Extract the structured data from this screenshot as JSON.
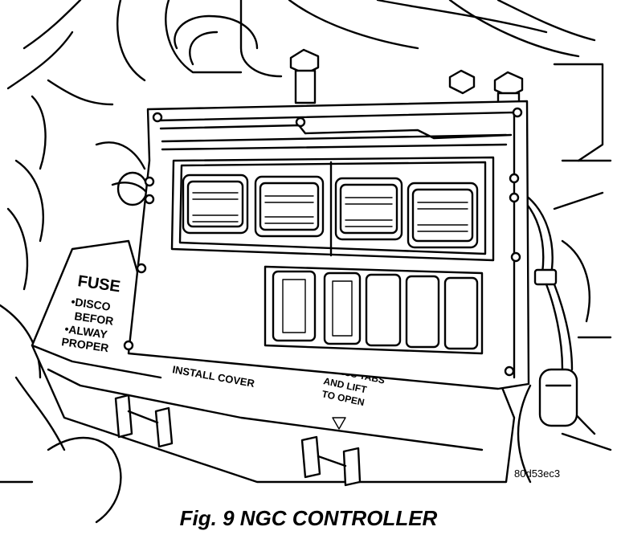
{
  "caption": "Fig. 9 NGC CONTROLLER",
  "reference_code": "80d53ec3",
  "fuse_cover_text": {
    "title": "FUSE",
    "line1": "•DISCO",
    "line2": "BEFOR",
    "line3": "•ALWAY",
    "line4": "PROPER",
    "install": "INSTALL COVER",
    "tabs1": "PRESS TABS",
    "tabs2": "AND LIFT",
    "tabs3": "TO OPEN"
  }
}
